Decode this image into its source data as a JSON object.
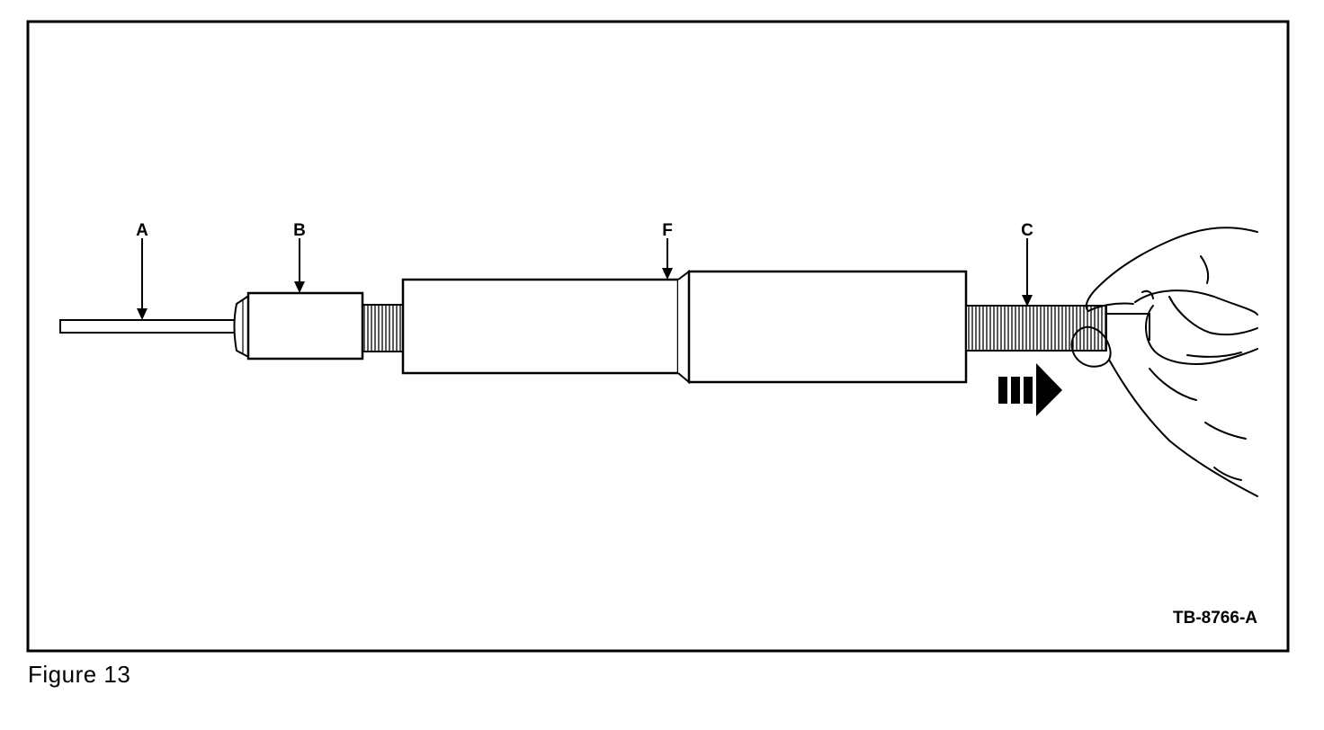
{
  "figure": {
    "caption": "Figure 13",
    "code": "TB-8766-A"
  },
  "callouts": {
    "a": "A",
    "b": "B",
    "f": "F",
    "c": "C"
  },
  "colors": {
    "ink": "#000000",
    "paper": "#ffffff"
  }
}
